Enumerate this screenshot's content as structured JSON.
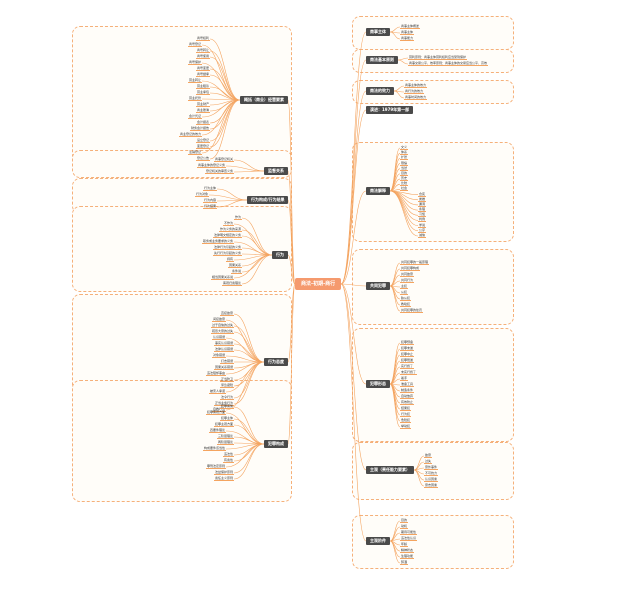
{
  "central": "商法-初期-商行",
  "right": [
    {
      "label": "商事主体",
      "items": [
        "商事主体概述",
        "商事主体",
        "商事能力"
      ]
    },
    {
      "label": "商法基本原则",
      "items": [
        "营利原则：商事主体营利权利应当受到保护",
        "商事交易公平、效率原则：商事主体的交易应当公平、高效"
      ]
    },
    {
      "label": "商法的效力",
      "items": [
        "商事主体的效力",
        "商行为的效力",
        "商事时间的效力"
      ]
    },
    {
      "label": "演进：1979年第一部",
      "items": []
    },
    {
      "label": "商法解释",
      "items": [
        "文义",
        "体系",
        "扩张",
        "限缩",
        "当然",
        "目的",
        "历史",
        "比较",
        "社会",
        "合宪",
        "类推",
        "漏洞",
        "条理",
        "习惯",
        "判例",
        "学说",
        "公序",
        "诚信"
      ]
    },
    {
      "label": "共同犯罪",
      "items": [
        "共同犯罪的一般原理",
        "共同犯罪构成",
        "共同故意",
        "共同行为",
        "主犯",
        "从犯",
        "胁从犯",
        "教唆犯",
        "共同犯罪的处罚"
      ]
    },
    {
      "label": "犯罪形态",
      "items": [
        "犯罪预备",
        "犯罪未遂",
        "犯罪中止",
        "犯罪既遂",
        "实行终了",
        "未实行终了",
        "着手",
        "准备工具",
        "制造条件",
        "自动放弃",
        "有效防止",
        "结果犯",
        "行为犯",
        "危险犯",
        "举动犯"
      ]
    },
    {
      "label": "主观（责任能力要素）",
      "items": [
        "故意",
        "过失",
        "意外事件",
        "不可抗力",
        "认识因素",
        "意志因素"
      ]
    },
    {
      "label": "主观阶件",
      "items": [
        "目的",
        "动机",
        "期待可能性",
        "违法性认识",
        "年龄",
        "精神状态",
        "生理功能",
        "醉酒"
      ]
    }
  ],
  "left": [
    {
      "label": "概括（商业）经营要素",
      "items": [
        "商号权利",
        "商号登记",
        "商号转让",
        "商号使用",
        "商号保护",
        "商号变更",
        "商号继承",
        "营业转让",
        "营业租赁",
        "营业承包",
        "营业托管",
        "营业财产",
        "商业账簿",
        "会计凭证",
        "会计报表",
        "财务会计报告",
        "商业登记的效力",
        "设立登记",
        "变更登记",
        "注销登记",
        "登记公告"
      ]
    },
    {
      "label": "监督关系",
      "items": [
        "商事登记机关",
        "商事主体的登记义务",
        "登记机关的审查义务"
      ]
    },
    {
      "label": "行为构成/行为结果",
      "items": [
        "行为主体",
        "行为对象",
        "行为内容",
        "行为结果"
      ]
    },
    {
      "label": "行为",
      "items": [
        "作为",
        "不作为",
        "作为义务的来源",
        "法律明文规定的义务",
        "职务或业务要求的义务",
        "法律行为引起的义务",
        "先行行为引起的义务",
        "持有",
        "因果关系",
        "条件说",
        "相当因果关系说",
        "客观归责理论"
      ]
    },
    {
      "label": "行为态度",
      "items": [
        "直接故意",
        "间接故意",
        "过于自信的过失",
        "疏忽大意的过失",
        "认识错误",
        "事实认识错误",
        "法律认识错误",
        "对象错误",
        "打击错误",
        "因果关系错误",
        "违法阻却事由",
        "正当防卫",
        "紧急避险",
        "被害人承诺",
        "法令行为",
        "正当业务行为",
        "自救行为"
      ]
    },
    {
      "label": "犯罪构成",
      "items": [
        "犯罪客体",
        "犯罪客观方面",
        "犯罪主体",
        "犯罪主观方面",
        "四要件理论",
        "三阶层理论",
        "两阶层理论",
        "构成要件该当性",
        "违法性",
        "有责性",
        "罪刑法定原则",
        "法益保护原则",
        "责任主义原则"
      ]
    }
  ]
}
